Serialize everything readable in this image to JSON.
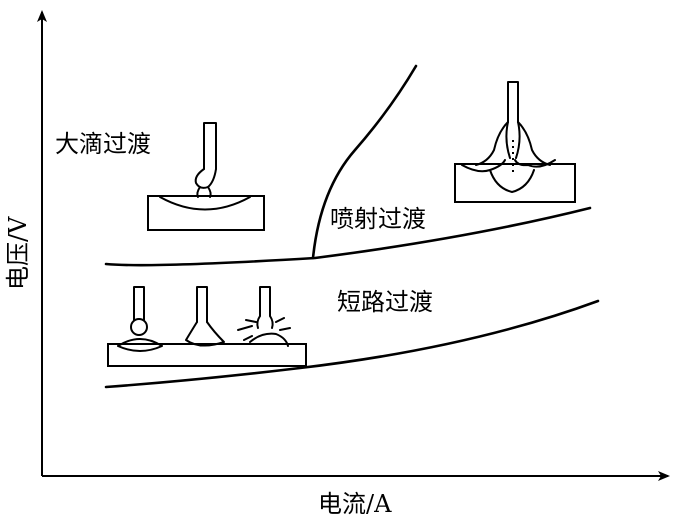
{
  "diagram": {
    "x_axis_label": "电流/A",
    "y_axis_label": "电压/V",
    "regions": {
      "globular": "大滴过渡",
      "spray": "喷射过渡",
      "short_circuit": "短路过渡"
    }
  }
}
